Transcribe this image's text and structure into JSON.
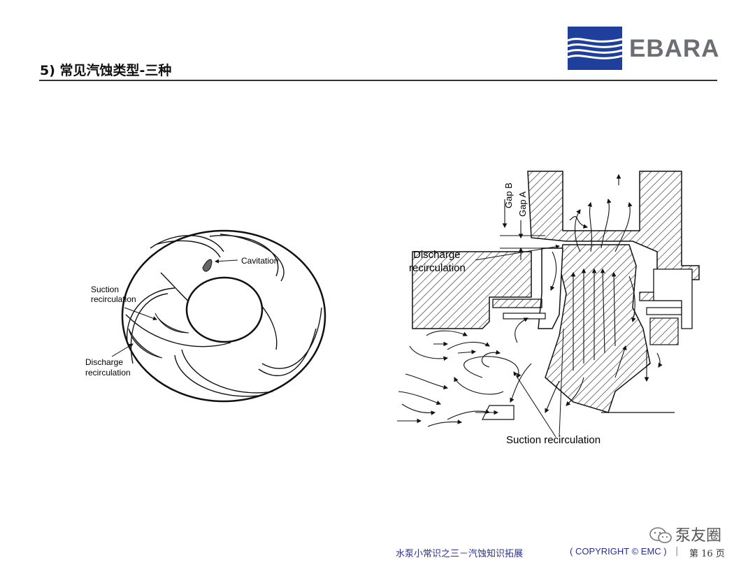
{
  "header": {
    "title": "5) 常见汽蚀类型-三种",
    "logo_text": "EBARA",
    "logo_color": "#1f3f9c"
  },
  "left_diagram": {
    "label_cavitation": "Cavitation",
    "label_suction_line1": "Suction",
    "label_suction_line2": "recirculation",
    "label_discharge_line1": "Discharge",
    "label_discharge_line2": "recirculation"
  },
  "right_diagram": {
    "label_gap_b": "Gap B",
    "label_gap_a": "Gap A",
    "label_discharge_line1": "Discharge",
    "label_discharge_line2": "recirculation",
    "label_suction": "Suction recirculation"
  },
  "footer": {
    "series": "水泵小常识之三－汽蚀知识拓展",
    "copyright": "( COPYRIGHT ©  EMC )",
    "separator": "|",
    "page": "第 16 页"
  },
  "watermark": {
    "text": "泵友圈",
    "icon": "wechat-icon"
  }
}
